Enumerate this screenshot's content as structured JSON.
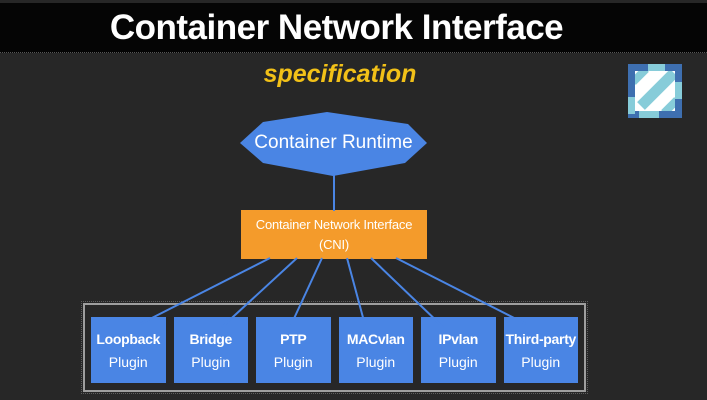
{
  "header": {
    "title": "Container Network Interface"
  },
  "subtitle": "specification",
  "logo": {
    "icon": "cni-logo"
  },
  "diagram": {
    "runtime_node": {
      "label": "Container Runtime",
      "shape": "octagon"
    },
    "cni_node": {
      "label_line1": "Container Network Interface",
      "label_line2": "(CNI)"
    },
    "plugins": [
      {
        "name": "Loopback",
        "type": "Plugin"
      },
      {
        "name": "Bridge",
        "type": "Plugin"
      },
      {
        "name": "PTP",
        "type": "Plugin"
      },
      {
        "name": "MACvlan",
        "type": "Plugin"
      },
      {
        "name": "IPvlan",
        "type": "Plugin"
      },
      {
        "name": "Third-party",
        "type": "Plugin"
      }
    ]
  },
  "colors": {
    "node_blue": "#4a85e4",
    "cni_orange": "#f49b2b",
    "accent_yellow": "#f2c118",
    "container_border": "#9e9e9e",
    "header_bg": "#050505",
    "page_bg": "#272727",
    "logo_dark_blue": "#3e6fb0",
    "logo_teal": "#87ccd9"
  }
}
